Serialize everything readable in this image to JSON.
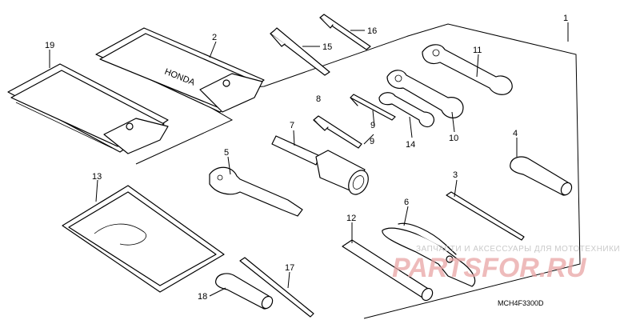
{
  "callouts": [
    "1",
    "2",
    "3",
    "4",
    "5",
    "6",
    "7",
    "8",
    "9",
    "9",
    "10",
    "11",
    "12",
    "13",
    "14",
    "15",
    "16",
    "17",
    "18",
    "19"
  ],
  "pouch_brand": "HONDA",
  "diagram_code": "MCH4F3300D",
  "watermark": {
    "tagline": "ЗАПЧАСТИ И АКСЕССУАРЫ ДЛЯ МОТОТЕХНИКИ",
    "logo_text": "PARTSFOR.RU"
  },
  "colors": {
    "line": "#000000",
    "watermark_logo": "#e8a4a4",
    "watermark_tagline": "#c9c9c9"
  }
}
